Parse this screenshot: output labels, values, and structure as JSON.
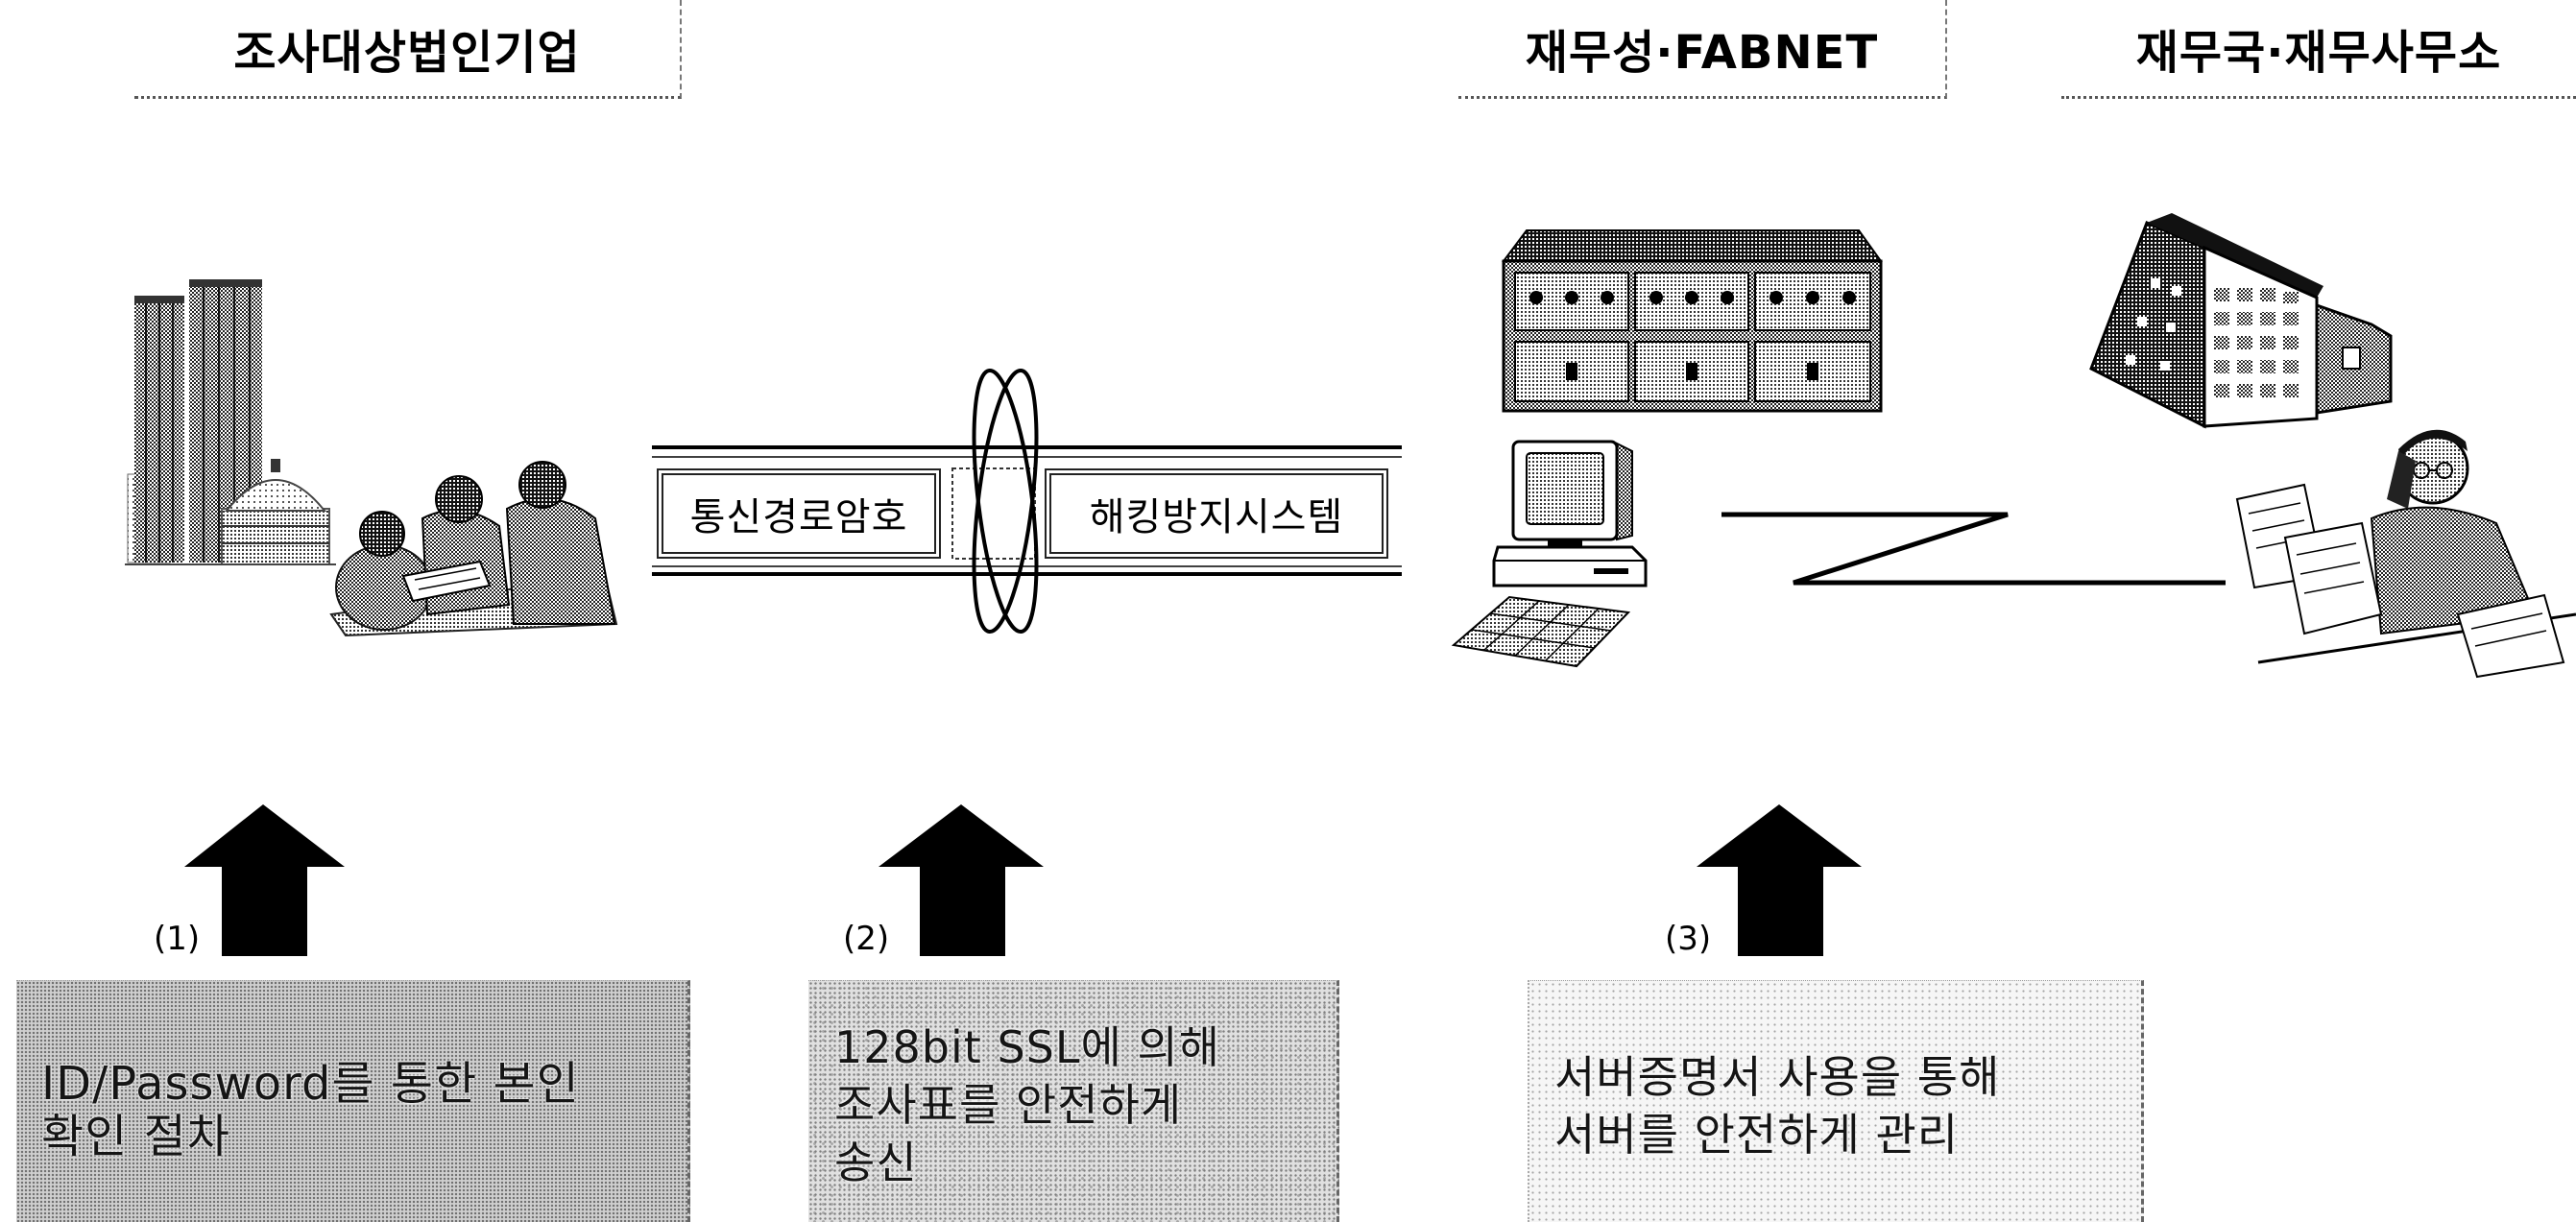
{
  "headers": {
    "corporation": "조사대상법인기업",
    "ministry": "재무성·FABNET",
    "bureau": "재무국·재무사무소"
  },
  "channel": {
    "encryption_label": "통신경로암호",
    "anti_hacking_label": "해킹방지시스템"
  },
  "steps": [
    {
      "number": "(1)",
      "lines": [
        "ID/Password를 통한 본인",
        "확인 절차"
      ]
    },
    {
      "number": "(2)",
      "lines": [
        "128bit SSL에 의해",
        "조사표를 안전하게",
        "송신"
      ]
    },
    {
      "number": "(3)",
      "lines": [
        "서버증명서 사용을 통해",
        "서버를 안전하게 관리"
      ]
    }
  ],
  "icons": {
    "corporation": [
      "office-towers-icon",
      "business-people-icon"
    ],
    "channel": [
      "encryption-ring-icon"
    ],
    "ministry": [
      "server-rack-icon",
      "desktop-computer-icon"
    ],
    "link": "network-link-icon",
    "bureau": [
      "office-building-icon",
      "office-worker-icon"
    ],
    "steps": "up-arrow-icon"
  },
  "colors": {
    "ink": "#000000",
    "halftone_dark": "#222222",
    "box_fill_1": "#cfcfcf",
    "box_fill_2": "#e0e0e0",
    "box_fill_3": "#f6f6f6",
    "background": "#ffffff"
  }
}
